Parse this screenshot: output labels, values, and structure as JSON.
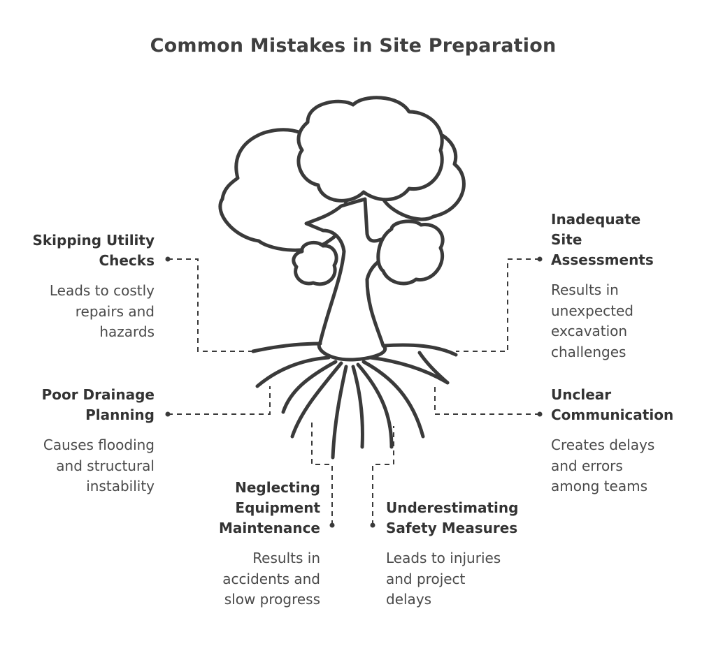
{
  "title": "Common Mistakes in Site Preparation",
  "items": [
    {
      "id": "skipping-utility-checks",
      "heading": "Skipping Utility\nChecks",
      "description": "Leads to costly\nrepairs and\nhazards"
    },
    {
      "id": "inadequate-site-assessments",
      "heading": "Inadequate\nSite\nAssessments",
      "description": "Results in\nunexpected\nexcavation\nchallenges"
    },
    {
      "id": "poor-drainage-planning",
      "heading": "Poor Drainage\nPlanning",
      "description": "Causes flooding\nand structural\ninstability"
    },
    {
      "id": "unclear-communication",
      "heading": "Unclear\nCommunication",
      "description": "Creates delays\nand errors\namong teams"
    },
    {
      "id": "neglecting-equipment-maintenance",
      "heading": "Neglecting\nEquipment\nMaintenance",
      "description": "Results in\naccidents and\nslow progress"
    },
    {
      "id": "underestimating-safety-measures",
      "heading": "Underestimating\nSafety Measures",
      "description": "Leads to injuries\nand project\ndelays"
    }
  ],
  "colors": {
    "stroke": "#3a3a3a",
    "text": "#333333",
    "background": "#ffffff"
  }
}
